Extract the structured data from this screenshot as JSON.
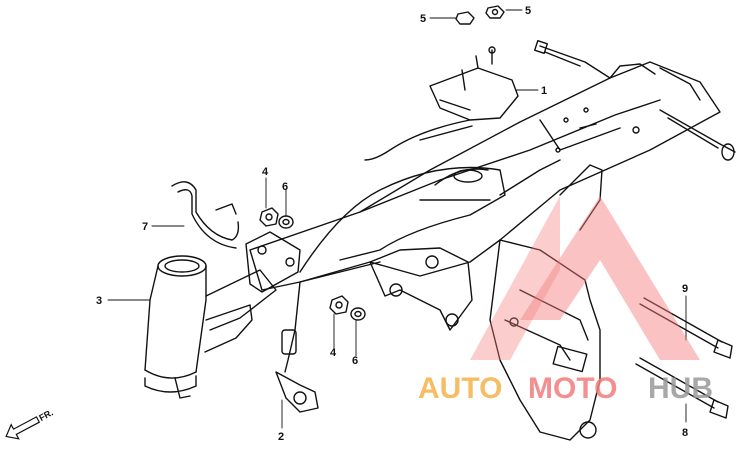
{
  "diagram": {
    "callouts": [
      {
        "id": "c1",
        "text": "1"
      },
      {
        "id": "c2",
        "text": "2"
      },
      {
        "id": "c3",
        "text": "3"
      },
      {
        "id": "c4a",
        "text": "4"
      },
      {
        "id": "c4b",
        "text": "4"
      },
      {
        "id": "c5a",
        "text": "5"
      },
      {
        "id": "c5b",
        "text": "5"
      },
      {
        "id": "c6a",
        "text": "6"
      },
      {
        "id": "c6b",
        "text": "6"
      },
      {
        "id": "c7",
        "text": "7"
      },
      {
        "id": "c8",
        "text": "8"
      },
      {
        "id": "c9",
        "text": "9"
      }
    ],
    "front_arrow_label": "FR.",
    "watermark": {
      "part1": "AUTO",
      "part2": "MOTO",
      "part3": "HUB",
      "color_primary": "#f47c7c",
      "color_accent": "#f6b24a",
      "color_gray": "#9a9a9a"
    },
    "line_color": "#111111"
  }
}
